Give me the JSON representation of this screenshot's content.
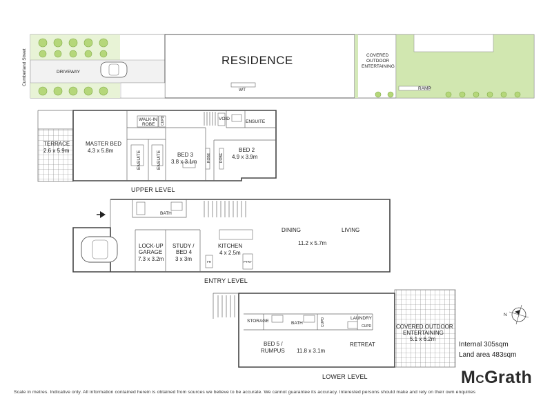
{
  "site": {
    "street": "Cumberland Street",
    "driveway": "DRIVEWAY",
    "residence": "RESIDENCE",
    "wt": "WT",
    "covered_outdoor_1": "COVERED",
    "covered_outdoor_2": "OUTDOOR",
    "covered_outdoor_3": "ENTERTAINING",
    "ramp": "RAMP"
  },
  "upper_level": {
    "title": "UPPER LEVEL",
    "terrace": "TERRACE",
    "terrace_dim": "2.6 x 5.9m",
    "master_bed": "MASTER BED",
    "master_bed_dim": "4.3 x 5.8m",
    "walk_in_robe_1": "WALK-IN",
    "walk_in_robe_2": "ROBE",
    "cupd": "CUPD",
    "void": "VOID",
    "ensuite": "ENSUITE",
    "ensuite_a": "ENSUITE",
    "ensuite_b": "ENSUITE",
    "bed3": "BED 3",
    "bed3_dim": "3.8 x 3.1m",
    "robe_a": "ROBE",
    "robe_b": "ROBE",
    "bed2": "BED 2",
    "bed2_dim": "4.9 x 3.9m"
  },
  "entry_level": {
    "title": "ENTRY LEVEL",
    "bath": "BATH",
    "lockup_1": "LOCK-UP",
    "lockup_2": "GARAGE",
    "lockup_dim": "7.3 x 3.2m",
    "study_1": "STUDY /",
    "study_2": "BED 4",
    "study_dim": "3 x 3m",
    "kitchen": "KITCHEN",
    "kitchen_dim": "4 x 2.5m",
    "dining": "DINING",
    "living": "LIVING",
    "living_dim": "11.2 x 5.7m",
    "fr": "FR",
    "pty": "PTRY"
  },
  "lower_level": {
    "title": "LOWER LEVEL",
    "storage": "STORAGE",
    "bath": "BATH",
    "cupd": "CUPD",
    "laundry": "LAUNDRY",
    "cupd2": "CUPD",
    "bed5_1": "BED 5 /",
    "bed5_2": "RUMPUS",
    "retreat_dim": "11.8 x 3.1m",
    "retreat": "RETREAT",
    "coe_1": "COVERED OUTDOOR",
    "coe_2": "ENTERTAINING",
    "coe_dim": "5.1 x 6.2m"
  },
  "compass": {
    "label": "N"
  },
  "info": {
    "internal": "Internal 305sqm",
    "land": "Land area 483sqm"
  },
  "brand": {
    "name_a": "M",
    "name_b": "C",
    "name_c": "Grath"
  },
  "disclaimer": "Scale in metres. Indicative only. All information contained herein is obtained from sources we believe to be accurate. We cannot guarantee its accuracy. Interested persons should make and rely on their own enquiries"
}
